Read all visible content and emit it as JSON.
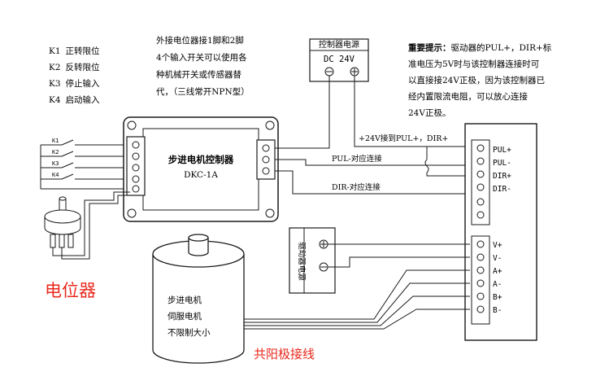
{
  "legend": {
    "items": [
      {
        "key": "K1",
        "text": "正转限位"
      },
      {
        "key": "K2",
        "text": "反转限位"
      },
      {
        "key": "K3",
        "text": "停止输入"
      },
      {
        "key": "K4",
        "text": "启动输入"
      }
    ]
  },
  "note_pot": {
    "lines": [
      "外接电位器接1脚和2脚",
      "4个输入开关可以使用各",
      "种机械开关或传感器替",
      "代，（三线常开NPN型）"
    ]
  },
  "power": {
    "title": "控制器电源",
    "voltage": "DC 24V"
  },
  "important": {
    "lines": [
      {
        "bold": "重要提示：",
        "rest": "驱动器的PUL+，DIR+标"
      },
      {
        "bold": "",
        "rest": "准电压为5V时与该控制器连接时可"
      },
      {
        "bold": "",
        "rest": "以直接接24V正极，因为该控制器已"
      },
      {
        "bold": "",
        "rest": "经内置限流电阻，可以放心连接"
      },
      {
        "bold": "",
        "rest": "24V正极。"
      }
    ]
  },
  "switch_labels": [
    "K1",
    "K2",
    "K3",
    "K4"
  ],
  "controller": {
    "name": "步进电机控制器",
    "model": "DKC-1A"
  },
  "wire_labels": {
    "plus24": "+24V接到PUL+，DIR+",
    "pul": "PUL-对应连接",
    "dir": "DIR-对应连接"
  },
  "driver_top_terminals": [
    "PUL+",
    "PUL-",
    "DIR+",
    "DIR-"
  ],
  "driver_power_label": "驱动器电源",
  "driver_bottom_terminals": [
    "V+",
    "V-",
    "A+",
    "A-",
    "B+",
    "B-"
  ],
  "motor": {
    "lines": [
      "步进电机",
      "伺服电机",
      "不限制大小"
    ]
  },
  "pot_label": "电位器",
  "common_anode_label": "共阳极接线",
  "colors": {
    "line": "#1a1a1a",
    "red": "#e8291c",
    "background": "#ffffff"
  }
}
